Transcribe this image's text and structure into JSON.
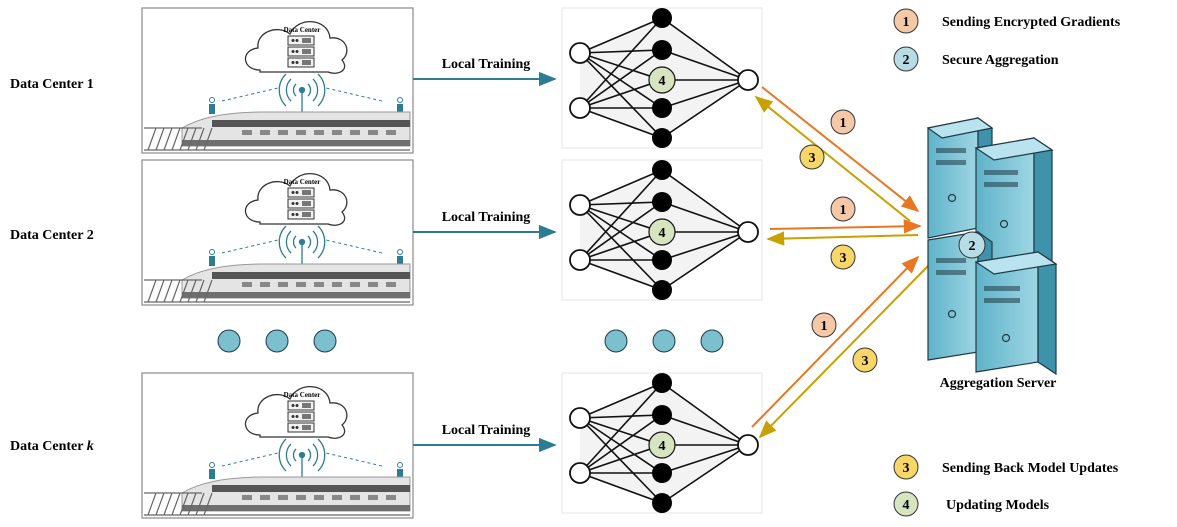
{
  "colors": {
    "gradient_arrow": "#e87722",
    "return_arrow": "#c8a000",
    "training_arrow": "#2b7c94",
    "step1_fill": "#f5c8a8",
    "step2_fill": "#b8dce6",
    "step3_fill": "#f8d768",
    "step4_fill": "#d6e4bf",
    "server_fill": "#7cc5d8",
    "ellipsis_dot_fill": "#7cc0cf",
    "node_black": "#000000"
  },
  "icons": {
    "data_center": "cloud-server-icon",
    "wireless": "wireless-antenna-icon",
    "train": "high-speed-train-icon",
    "sensor": "sensor-icon",
    "server": "aggregation-server-icon"
  },
  "legend": {
    "items": [
      {
        "num": "1",
        "label": "Sending Encrypted Gradients"
      },
      {
        "num": "2",
        "label": "Secure Aggregation"
      },
      {
        "num": "3",
        "label": "Sending Back Model Updates"
      },
      {
        "num": "4",
        "label": "Updating Models"
      }
    ]
  },
  "centers": [
    {
      "label": "Data Center 1",
      "label_suffix": "",
      "cloud_text": "Data Center",
      "arrow_label": "Local Training",
      "model_badge": "4",
      "up_badge": "1",
      "down_badge": "3"
    },
    {
      "label": "Data Center 2",
      "label_suffix": "",
      "cloud_text": "Data Center",
      "arrow_label": "Local Training",
      "model_badge": "4",
      "up_badge": "1",
      "down_badge": "3"
    },
    {
      "label": "Data Center ",
      "label_suffix": "k",
      "cloud_text": "Data Center",
      "arrow_label": "Local Training",
      "model_badge": "4",
      "up_badge": "1",
      "down_badge": "3"
    }
  ],
  "server": {
    "label": "Aggregation Server",
    "badge": "2"
  }
}
